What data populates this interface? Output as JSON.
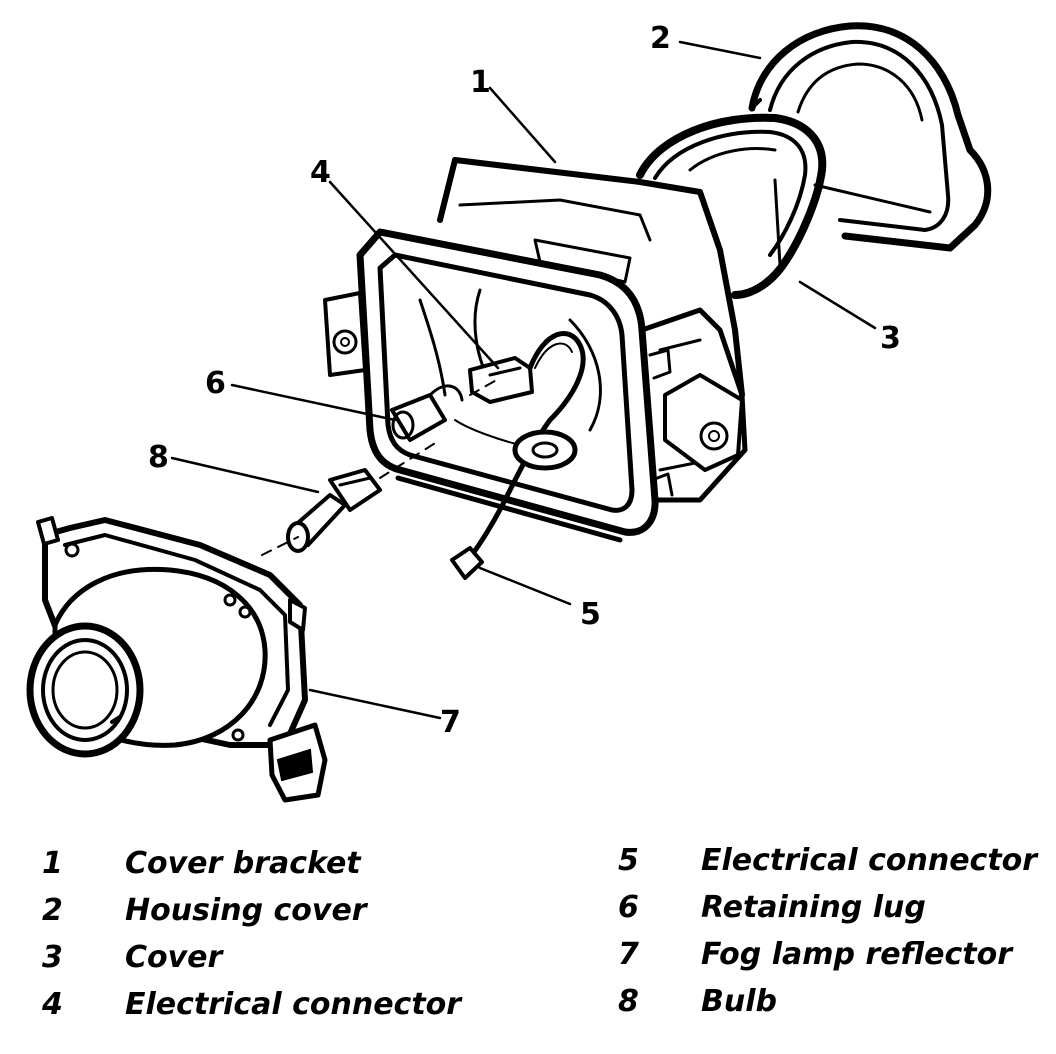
{
  "callouts": [
    "1",
    "2",
    "3",
    "4",
    "5",
    "6",
    "7",
    "8"
  ],
  "legend": {
    "left": [
      {
        "num": "1",
        "label": "Cover bracket"
      },
      {
        "num": "2",
        "label": "Housing cover"
      },
      {
        "num": "3",
        "label": "Cover"
      },
      {
        "num": "4",
        "label": "Electrical connector"
      }
    ],
    "right": [
      {
        "num": "5",
        "label": "Electrical connector"
      },
      {
        "num": "6",
        "label": "Retaining lug"
      },
      {
        "num": "7",
        "label": "Fog lamp reflector"
      },
      {
        "num": "8",
        "label": "Bulb"
      }
    ]
  }
}
